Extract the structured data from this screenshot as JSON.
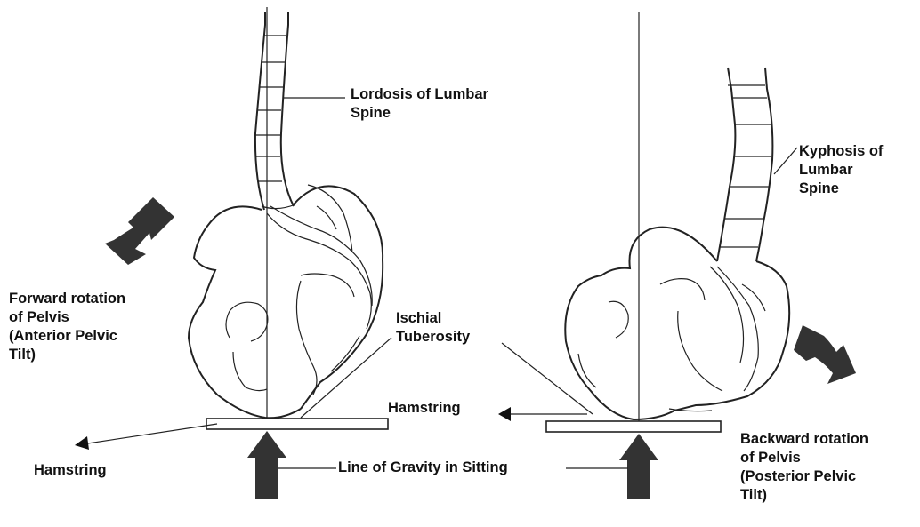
{
  "labels": {
    "lordosis": "Lordosis of Lumbar\nSpine",
    "kyphosis": "Kyphosis of\nLumbar\nSpine",
    "forward_rotation": "Forward rotation\nof Pelvis\n(Anterior Pelvic\nTilt)",
    "ischial": "Ischial\nTuberosity",
    "hamstring_right": "Hamstring",
    "hamstring_left": "Hamstring",
    "gravity": "Line of Gravity in Sitting",
    "backward_rotation": "Backward rotation\nof Pelvis\n(Posterior Pelvic\nTilt)"
  },
  "colors": {
    "ink": "#222222",
    "arrow_fill": "#333333"
  }
}
